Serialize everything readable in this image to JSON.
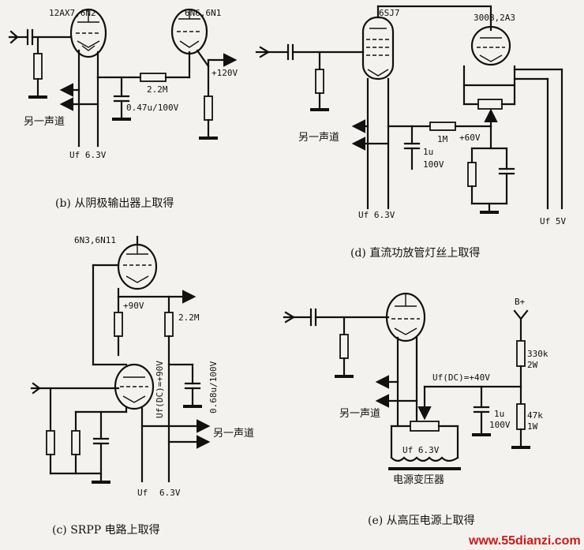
{
  "panel_b": {
    "tube1": "12AX7,6N2",
    "tube2": "6N6,6N1",
    "r": "2.2M",
    "c": "0.47u/100V",
    "hv": "+120V",
    "other_channel": "另一声道",
    "uf": "Uf 6.3V",
    "caption": "(b)   从阴极输出器上取得"
  },
  "panel_d": {
    "tube1": "6SJ7",
    "tube2": "300B,2A3",
    "r": "1M",
    "v": "+60V",
    "c1": "1u",
    "c2": "100V",
    "other_channel": "另一声道",
    "uf": "Uf 6.3V",
    "uf5": "Uf  5V",
    "caption": "(d)  直流功放管灯丝上取得"
  },
  "panel_c": {
    "tube": "6N3,6N11",
    "v": "+90V",
    "r": "2.2M",
    "udc": "Uf(DC)=+90V",
    "c": "0.68u/100V",
    "other_channel": "另一声道",
    "uf": "Uf",
    "uf2": "6.3V",
    "caption": "(c)   SRPP 电路上取得"
  },
  "panel_e": {
    "bplus": "B+",
    "r1": "330k",
    "r1w": "2W",
    "udc": "Uf(DC)=+40V",
    "c1": "1u",
    "c2": "100V",
    "r2": "47k",
    "r2w": "1W",
    "other_channel": "另一声道",
    "uf": "Uf 6.3V",
    "transformer": "电源变压器",
    "caption": "(e)  从高压电源上取得"
  },
  "watermark": "www.55dianzi.com"
}
